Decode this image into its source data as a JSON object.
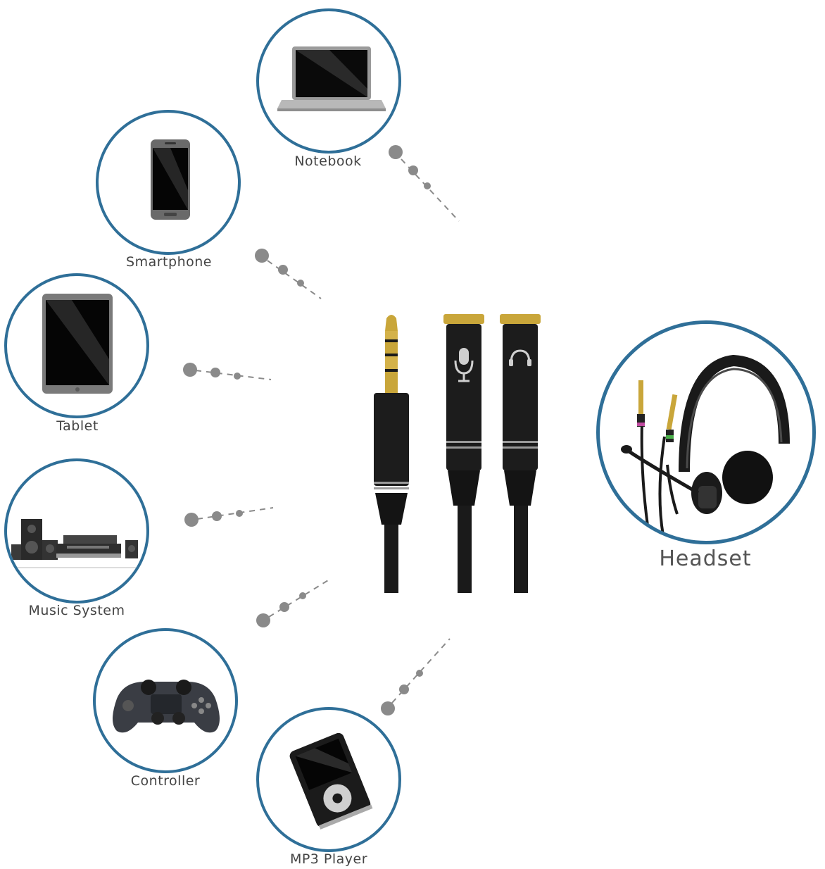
{
  "devices": {
    "notebook": "Notebook",
    "smartphone": "Smartphone",
    "tablet": "Tablet",
    "music_system": "Music System",
    "controller": "Controller",
    "mp3_player": "MP3 Player",
    "headset": "Headset"
  },
  "colors": {
    "circle_border": "#2f6f98",
    "connector_dots": "#8a8a8a",
    "cable": "#1c1c1c",
    "gold": "#c9a63a"
  },
  "icons": [
    "microphone-icon",
    "headphones-icon"
  ]
}
